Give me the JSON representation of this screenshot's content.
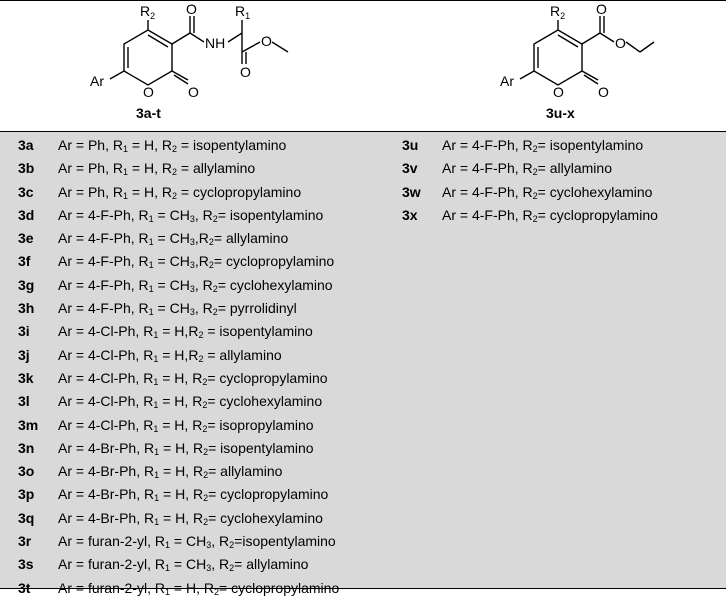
{
  "structures": {
    "left": {
      "compound_label": "3a-t",
      "labels": {
        "r2": "R2",
        "r1": "R1",
        "nh": "NH",
        "ar": "Ar",
        "o_ring": "O",
        "o_carbonyl": "O",
        "o_amide": "O",
        "o_ester_dbl": "O",
        "o_ester": "O"
      }
    },
    "right": {
      "compound_label": "3u-x",
      "labels": {
        "r2": "R2",
        "ar": "Ar",
        "o_ring": "O",
        "o_carbonyl": "O",
        "o_ester_dbl": "O",
        "o_ester": "O"
      }
    }
  },
  "table": {
    "left_rows": [
      {
        "id": "3a",
        "desc": "Ar = Ph, R1 = H, R2 = isopentylamino"
      },
      {
        "id": "3b",
        "desc": "Ar = Ph, R1 = H, R2 = allylamino"
      },
      {
        "id": "3c",
        "desc": "Ar = Ph, R1 = H, R2 = cyclopropylamino"
      },
      {
        "id": "3d",
        "desc": "Ar = 4-F-Ph, R1 = CH3, R2= isopentylamino"
      },
      {
        "id": "3e",
        "desc": "Ar = 4-F-Ph, R1 = CH3,R2= allylamino"
      },
      {
        "id": "3f",
        "desc": "Ar = 4-F-Ph, R1 = CH3,R2= cyclopropylamino"
      },
      {
        "id": "3g",
        "desc": "Ar = 4-F-Ph, R1 = CH3, R2= cyclohexylamino"
      },
      {
        "id": "3h",
        "desc": "Ar = 4-F-Ph, R1 = CH3, R2= pyrrolidinyl"
      },
      {
        "id": "3i",
        "desc": "Ar = 4-Cl-Ph, R1 = H,R2 = isopentylamino"
      },
      {
        "id": "3j",
        "desc": "Ar = 4-Cl-Ph, R1 = H,R2 = allylamino"
      },
      {
        "id": "3k",
        "desc": "Ar = 4-Cl-Ph, R1 = H, R2= cyclopropylamino"
      },
      {
        "id": "3l",
        "desc": "Ar = 4-Cl-Ph, R1 = H, R2= cyclohexylamino"
      },
      {
        "id": "3m",
        "desc": "Ar = 4-Cl-Ph, R1 = H, R2= isopropylamino"
      },
      {
        "id": "3n",
        "desc": "Ar = 4-Br-Ph, R1 = H, R2= isopentylamino"
      },
      {
        "id": "3o",
        "desc": "Ar = 4-Br-Ph, R1 = H, R2= allylamino"
      },
      {
        "id": "3p",
        "desc": "Ar = 4-Br-Ph, R1 = H, R2= cyclopropylamino"
      },
      {
        "id": "3q",
        "desc": "Ar = 4-Br-Ph, R1 = H, R2= cyclohexylamino"
      },
      {
        "id": "3r",
        "desc": "Ar = furan-2-yl, R1 = CH3, R2=isopentylamino"
      },
      {
        "id": "3s",
        "desc": "Ar = furan-2-yl, R1 = CH3, R2= allylamino"
      },
      {
        "id": "3t",
        "desc": "Ar = furan-2-yl, R1 = H, R2= cyclopropylamino"
      }
    ],
    "right_rows": [
      {
        "id": "3u",
        "desc": "Ar = 4-F-Ph, R2= isopentylamino"
      },
      {
        "id": "3v",
        "desc": "Ar = 4-F-Ph, R2= allylamino"
      },
      {
        "id": "3w",
        "desc": "Ar = 4-F-Ph, R2= cyclohexylamino"
      },
      {
        "id": "3x",
        "desc": "Ar = 4-F-Ph, R2= cyclopropylamino"
      }
    ]
  }
}
